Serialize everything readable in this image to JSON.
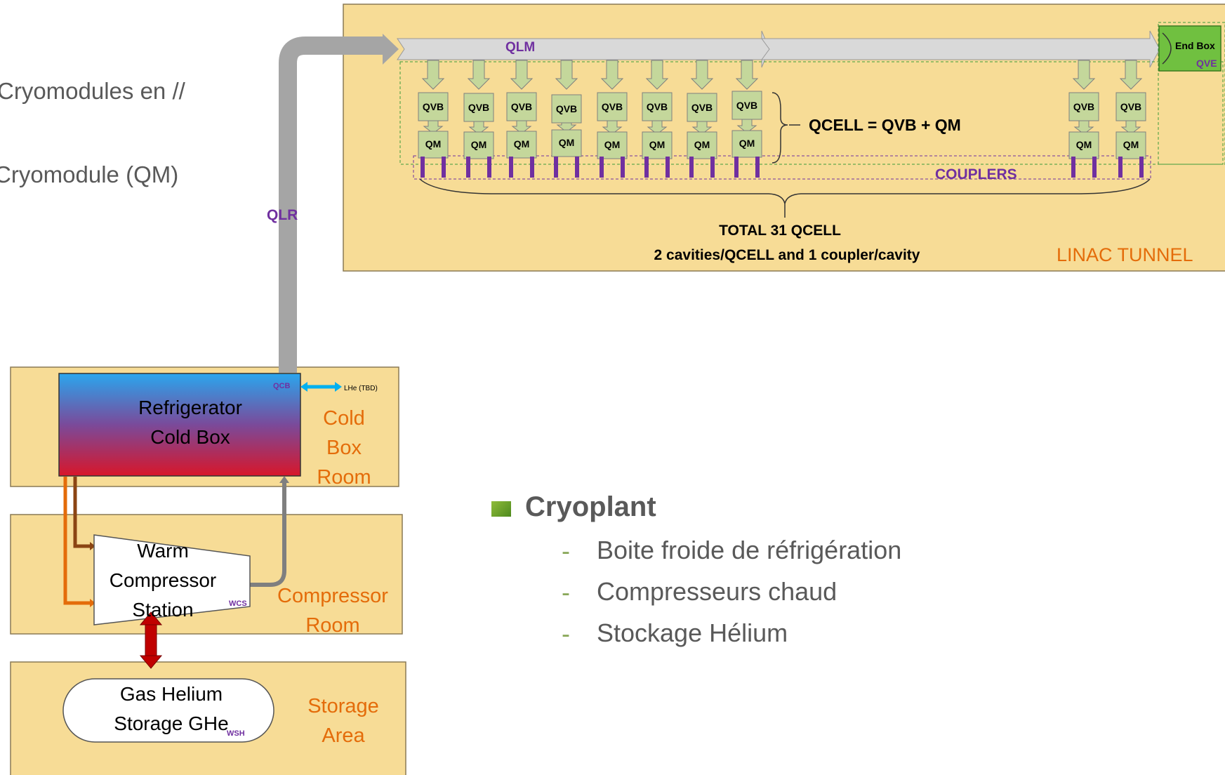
{
  "left_text": {
    "line1": "Cryomodules en //",
    "line2": "Cryomodule (QM)"
  },
  "tunnel": {
    "room_label": "LINAC TUNNEL",
    "qlm_label": "QLM",
    "qvb_label": "QVB",
    "qm_label": "QM",
    "qcell_formula": "QCELL = QVB + QM",
    "couplers_label": "COUPLERS",
    "total_line1": "TOTAL 31 QCELL",
    "total_line2": "2 cavities/QCELL and 1 coupler/cavity",
    "end_box_label": "End Box",
    "end_box_code": "QVE"
  },
  "qlr_label": "QLR",
  "cold_box": {
    "title_line1": "Refrigerator",
    "title_line2": "Cold Box",
    "code": "QCB",
    "lhe_label": "LHe (TBD)",
    "room_line1": "Cold",
    "room_line2": "Box",
    "room_line3": "Room"
  },
  "compressor": {
    "title_line1": "Warm",
    "title_line2": "Compressor",
    "title_line3": "Station",
    "code": "WCS",
    "room_line1": "Compressor",
    "room_line2": "Room"
  },
  "storage": {
    "title_line1": "Gas Helium",
    "title_line2": "Storage GHe",
    "code": "WSH",
    "room_line1": "Storage",
    "room_line2": "Area"
  },
  "bullets": {
    "heading": "Cryoplant",
    "items": [
      "Boite froide de réfrigération",
      "Compresseurs chaud",
      "Stockage Hélium"
    ],
    "dash": "-"
  },
  "colors": {
    "room_fill": "#f7dc96",
    "module_fill": "#c4d79b",
    "purple": "#7030a0",
    "orange": "#e46c0a",
    "end_box": "#70c040"
  }
}
